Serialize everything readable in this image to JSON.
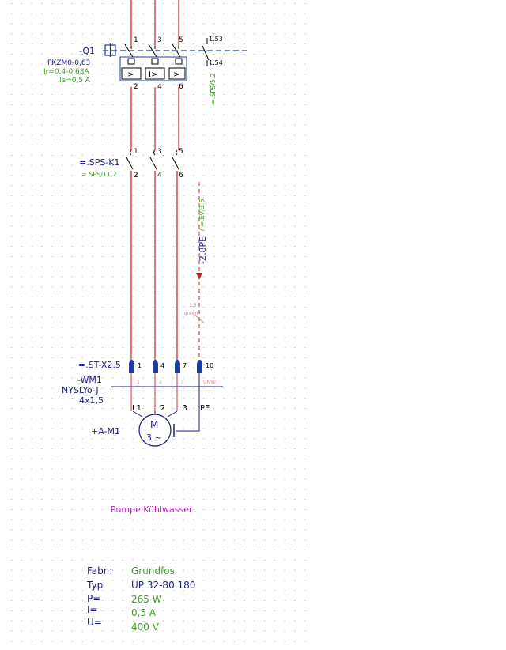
{
  "colors": {
    "wire": "#d22020",
    "wire_light": "#e8a0a0",
    "symbol": "#0a1a7a",
    "label": "#1a1a8a",
    "green": "#3aa020",
    "magenta": "#c020c0",
    "grid_dot": "#9a9a9a",
    "terminal": "#1a3aa8"
  },
  "breaker": {
    "tag": "-Q1",
    "type": "PKZM0-0,63",
    "ir": "Ir=0,4-0,63A",
    "ie": "Ie=0,5 A",
    "top_pins": [
      "1",
      "3",
      "5"
    ],
    "bottom_pins": [
      "2",
      "4",
      "6"
    ],
    "trip_symbol": "I>",
    "aux_pin_top": "1.53",
    "aux_pin_bottom": "1.54",
    "aux_ref": "=.SPS/5.2"
  },
  "contactor": {
    "tag": "=.SPS-K1",
    "ref": "=.SPS/11.2",
    "top_pins": [
      "1",
      "3",
      "5"
    ],
    "bottom_pins": [
      "2",
      "4",
      "6"
    ]
  },
  "pe_line": {
    "label": "-2.8PE",
    "ref": "/ =.EV/3.6",
    "link_pin": "1.5",
    "link_color": "green"
  },
  "terminal_strip": {
    "tag": "=.ST-X2.5",
    "pins": [
      "1",
      "4",
      "7",
      "10"
    ]
  },
  "cable": {
    "tag": "-WM1",
    "type": "NYSLYö-J",
    "cross_section": "4x1,5",
    "cores": [
      "1",
      "2",
      "3",
      "GNYE"
    ]
  },
  "motor": {
    "tag": "+A-M1",
    "symbol_top": "M",
    "symbol_bottom": "3 ~",
    "terminals": [
      "L1",
      "L2",
      "L3",
      "PE"
    ]
  },
  "title": "Pumpe Kühlwasser",
  "specs": [
    {
      "key": "Fabr.:",
      "value": "Grundfos",
      "value_color": "green"
    },
    {
      "key": "Typ",
      "value": "UP 32-80 180",
      "value_color": "black"
    },
    {
      "key": "P=",
      "value": "265 W",
      "value_color": "green"
    },
    {
      "key": "I=",
      "value": "0,5 A",
      "value_color": "green"
    },
    {
      "key": "U=",
      "value": "400 V",
      "value_color": "green"
    }
  ]
}
